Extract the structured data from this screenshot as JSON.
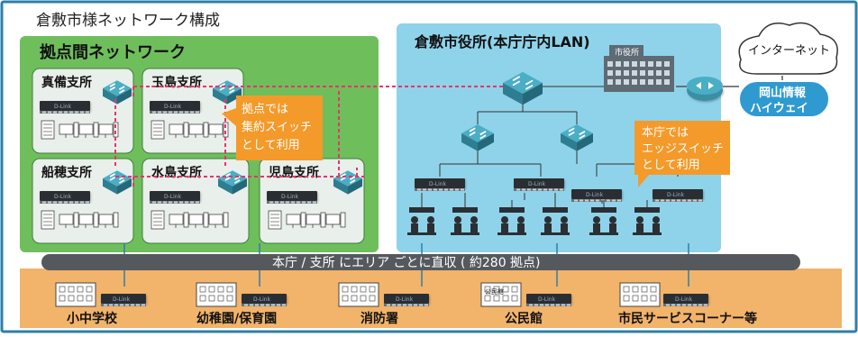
{
  "title": "倉敷市様ネットワーク構成",
  "left_panel": {
    "heading": "拠点間ネットワーク",
    "branches": [
      "真備支所",
      "玉島支所",
      "船穂支所",
      "水島支所",
      "児島支所"
    ],
    "callout": [
      "拠点では",
      "集約スイッチ",
      "として利用"
    ]
  },
  "right_panel": {
    "heading": "倉敷市役所(本庁庁内LAN)",
    "building_sign": "市役所",
    "callout": [
      "本庁では",
      "エッジスイッチ",
      "として利用"
    ]
  },
  "internet": {
    "cloud_label": "インターネット",
    "highway": [
      "岡山情報",
      "ハイウェイ"
    ]
  },
  "bottom": {
    "banner": "本庁 / 支所 にエリア ごとに直収 ( 約280 拠点)",
    "facilities": [
      "小中学校",
      "幼稚園/保育園",
      "消防署",
      "公民館",
      "市民サービスコーナー等"
    ],
    "kominkan_sign": "公民館"
  },
  "switch_brand": "D-Link",
  "colors": {
    "frame_border": "#2e7fa8",
    "left_panel": "#6fbe5c",
    "right_panel": "#8fd3ea",
    "bottom_panel": "#f2b36b",
    "callout": "#f39a2b",
    "banner": "#55595e",
    "link_dashed": "#e8336b",
    "switch_teal": "#3a8fa3"
  }
}
